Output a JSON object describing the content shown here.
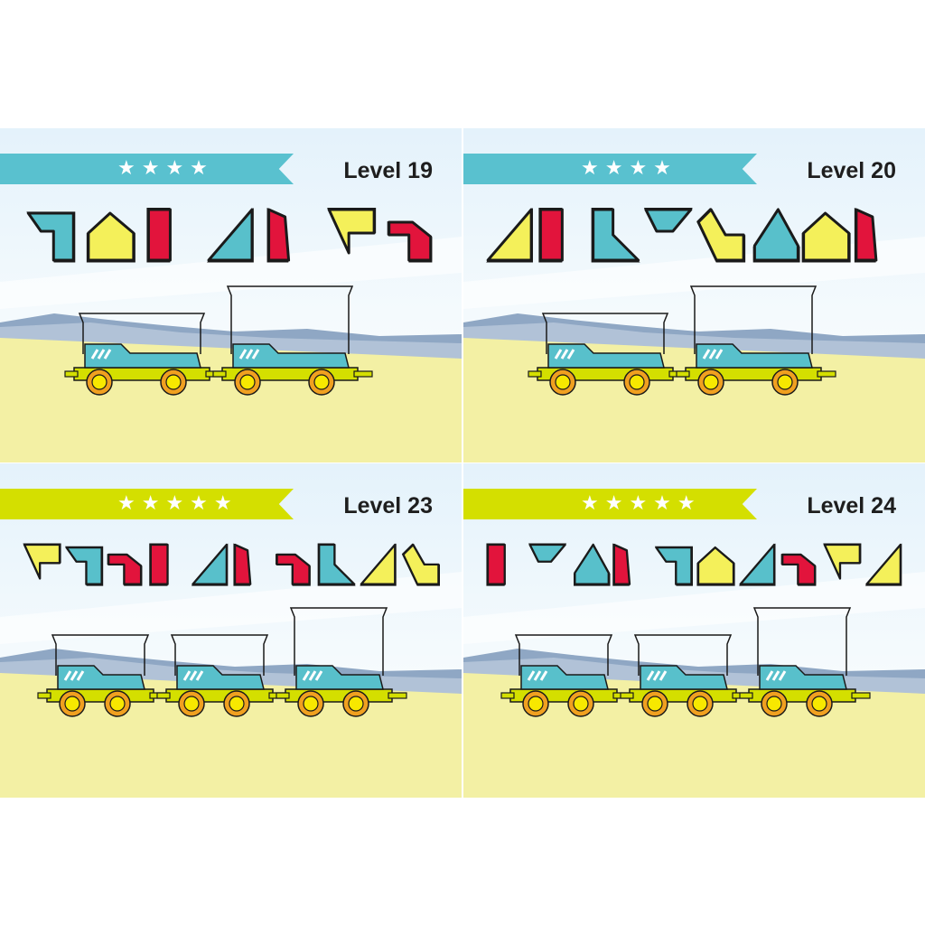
{
  "levels": [
    {
      "label": "Level 19",
      "stars": "★★★★",
      "banner_color": "#59c1cf",
      "pieces": [
        "cyan",
        "yellow",
        "red",
        "cyan",
        "red",
        "yellow",
        "red"
      ],
      "cars": 2
    },
    {
      "label": "Level 20",
      "stars": "★★★★",
      "banner_color": "#59c1cf",
      "pieces": [
        "yellow",
        "red",
        "cyan",
        "cyan",
        "yellow",
        "cyan",
        "yellow",
        "red"
      ],
      "cars": 2
    },
    {
      "label": "Level 23",
      "stars": "★★★★★",
      "banner_color": "#d4df00",
      "pieces": [
        "yellow",
        "cyan",
        "red",
        "red",
        "cyan",
        "red",
        "red",
        "cyan",
        "yellow",
        "yellow"
      ],
      "cars": 3
    },
    {
      "label": "Level 24",
      "stars": "★★★★★",
      "banner_color": "#d4df00",
      "pieces": [
        "red",
        "cyan",
        "cyan",
        "red",
        "cyan",
        "yellow",
        "cyan",
        "red",
        "yellow",
        "yellow"
      ],
      "cars": 3
    }
  ],
  "colors": {
    "cyan": "#58c0cb",
    "yellow": "#f4f05a",
    "red": "#e2143c",
    "ground": "#f3f0a4",
    "chassis": "#d4df00",
    "wheel": "#f0a020",
    "car_body": "#58c0cb"
  }
}
